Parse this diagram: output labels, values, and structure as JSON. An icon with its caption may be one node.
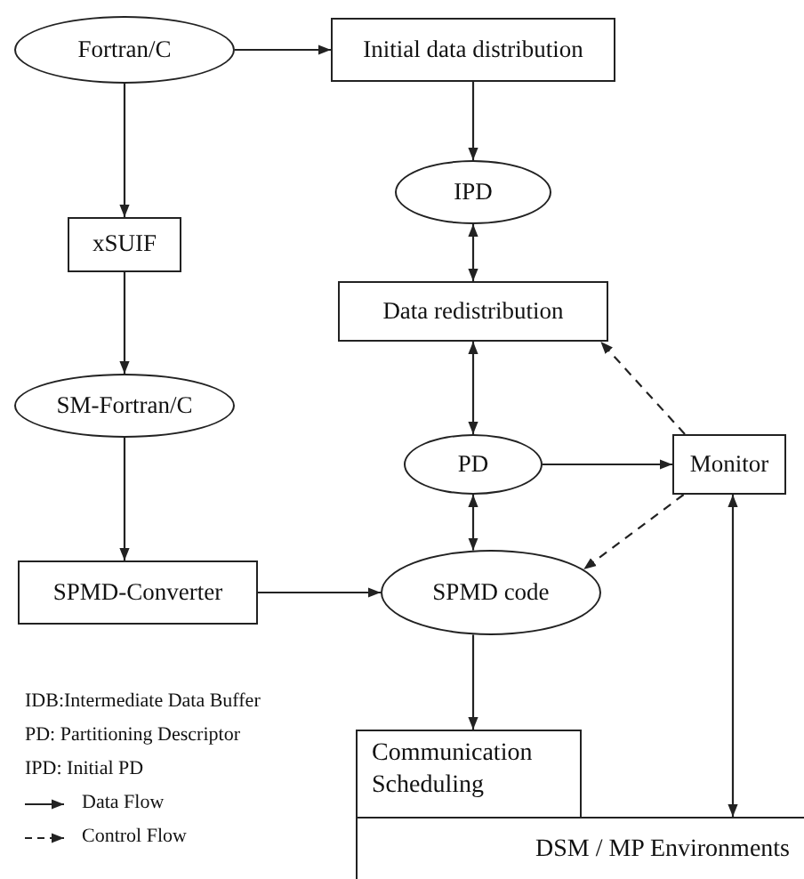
{
  "diagram": {
    "nodes": [
      {
        "text": [
          "Fortran/C"
        ]
      },
      {
        "text": [
          "Initial data distribution"
        ]
      },
      {
        "text": [
          "xSUIF"
        ]
      },
      {
        "text": [
          "IPD"
        ]
      },
      {
        "text": [
          "SM-Fortran/C"
        ]
      },
      {
        "text": [
          "Data redistribution"
        ]
      },
      {
        "text": [
          "PD"
        ]
      },
      {
        "text": [
          "Monitor"
        ]
      },
      {
        "text": [
          "SPMD-Converter"
        ]
      },
      {
        "text": [
          "SPMD code"
        ]
      },
      {
        "text": [
          "Communication Scheduling"
        ]
      },
      {
        "text": [
          "DSM / MP Environments"
        ]
      }
    ],
    "edges": [
      {
        "from": 0,
        "to": 1,
        "arrow": "to"
      },
      {
        "from": 0,
        "to": 2,
        "arrow": "to"
      },
      {
        "from": 1,
        "to": 3,
        "arrow": "to"
      },
      {
        "from": 2,
        "to": 4,
        "arrow": "to"
      },
      {
        "from": 3,
        "to": 5,
        "arrow": "both"
      },
      {
        "from": 5,
        "to": 6,
        "arrow": "both"
      },
      {
        "from": 7,
        "to": 5,
        "arrow": "to",
        "style": "dashed"
      },
      {
        "from": 6,
        "to": 7,
        "arrow": "to"
      },
      {
        "from": 6,
        "to": 9,
        "arrow": "both"
      },
      {
        "from": 7,
        "to": 9,
        "arrow": "to",
        "style": "dashed"
      },
      {
        "from": 4,
        "to": 8,
        "arrow": "to"
      },
      {
        "from": 8,
        "to": 9,
        "arrow": "to"
      },
      {
        "from": 9,
        "to": 10,
        "arrow": "to"
      },
      {
        "from": 7,
        "to": 11,
        "arrow": "both"
      }
    ],
    "labels": [
      "IDB:Intermediate Data Buffer",
      "PD: Partitioning Descriptor",
      "IPD: Initial PD"
    ],
    "legend": [
      {
        "text": "Data Flow"
      },
      {
        "text": "Control Flow"
      }
    ]
  }
}
